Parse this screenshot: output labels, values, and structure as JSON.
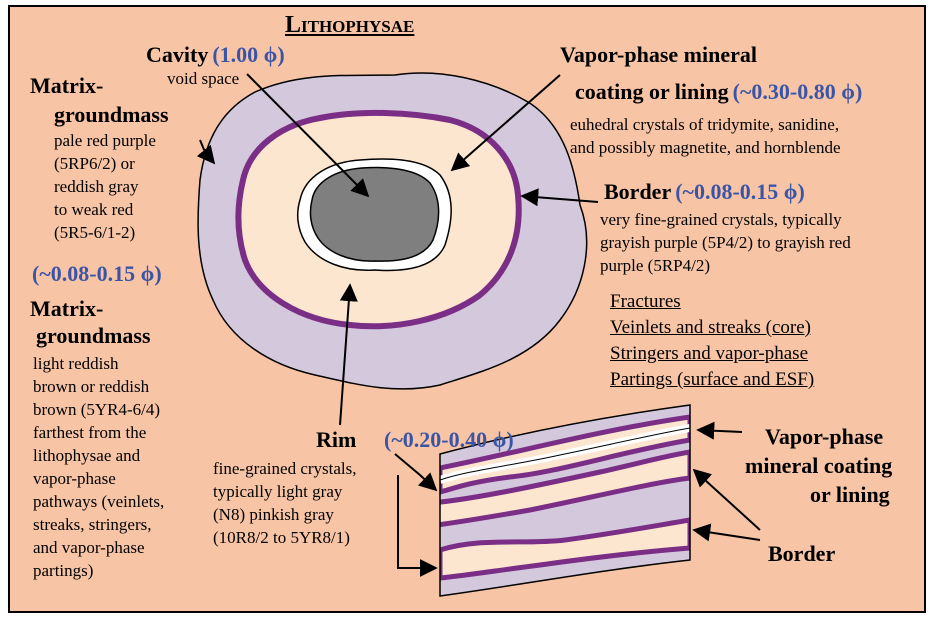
{
  "title": "Lithophysae",
  "cavity": {
    "label": "Cavity",
    "phi": "(1.00 ϕ)",
    "desc": "void space"
  },
  "vapor_lining": {
    "label_1": "Vapor-phase mineral",
    "label_2": "coating or lining",
    "phi": "(~0.30-0.80 ϕ)",
    "desc_1": "euhedral crystals of tridymite, sanidine,",
    "desc_2": "and possibly magnetite, and hornblende"
  },
  "matrix_1": {
    "label_1": "Matrix-",
    "label_2": "groundmass",
    "desc": [
      "pale red purple",
      "(5RP6/2) or",
      "reddish gray",
      "to weak red",
      "(5R5-6/1-2)"
    ]
  },
  "matrix_phi": "(~0.08-0.15 ϕ)",
  "matrix_2": {
    "label_1": "Matrix-",
    "label_2": "groundmass",
    "desc": [
      "light reddish",
      "brown or reddish",
      "brown (5YR4-6/4)",
      "farthest from the",
      "lithophysae and",
      "vapor-phase",
      "pathways (veinlets,",
      "streaks, stringers,",
      "and vapor-phase",
      "partings)"
    ]
  },
  "border": {
    "label": "Border",
    "phi": "(~0.08-0.15 ϕ)",
    "desc": [
      "very fine-grained crystals, typically",
      "grayish purple (5P4/2) to grayish red",
      "purple (5RP4/2)"
    ]
  },
  "fractures": [
    "Fractures",
    "Veinlets and streaks (core)",
    "Stringers and vapor-phase",
    "Partings (surface and ESF)"
  ],
  "rim": {
    "label": "Rim",
    "phi": "(~0.20-0.40 ϕ)",
    "desc": [
      "fine-grained crystals,",
      "typically light gray",
      "(N8) pinkish gray",
      "(10R8/2 to 5YR8/1)"
    ]
  },
  "vein_lining": [
    "Vapor-phase",
    "mineral coating",
    "or lining"
  ],
  "vein_border": "Border",
  "colors": {
    "background": "#f8c4a6",
    "matrix": "#d4c8dc",
    "border": "#7a2e86",
    "rim": "#fde6cf",
    "cavity": "#7f7f7f",
    "accent": "#3b55a6"
  }
}
